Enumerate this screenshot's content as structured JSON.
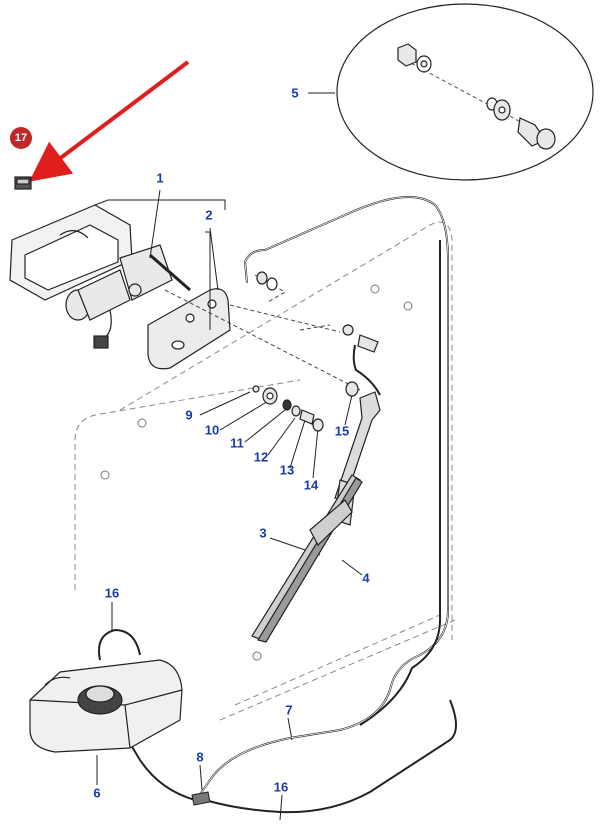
{
  "callouts": {
    "c1": "1",
    "c2": "2",
    "c3": "3",
    "c4": "4",
    "c5": "5",
    "c6": "6",
    "c7": "7",
    "c8": "8",
    "c9": "9",
    "c10": "10",
    "c11": "11",
    "c12": "12",
    "c13": "13",
    "c14": "14",
    "c15": "15",
    "c16a": "16",
    "c16b": "16",
    "c17": "17"
  },
  "colors": {
    "callout_text": "#1a3aa8",
    "highlight_arrow": "#e01e1e",
    "badge": "#c0282a",
    "line_art": "#222222"
  },
  "icons": [
    "red-pointer-arrow",
    "highlight-badge"
  ]
}
